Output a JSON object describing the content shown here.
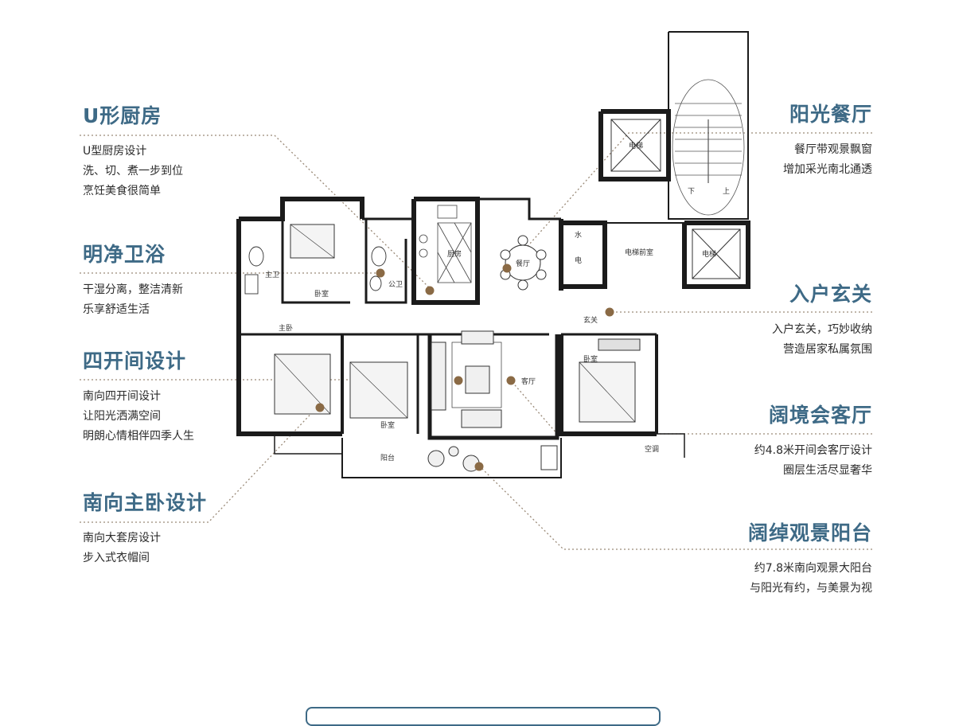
{
  "callouts": {
    "kitchen": {
      "title": "U形厨房",
      "desc": [
        "U型厨房设计",
        "洗、切、煮一步到位",
        "烹饪美食很简单"
      ]
    },
    "bath": {
      "title": "明净卫浴",
      "desc": [
        "干湿分离，整洁清新",
        "乐享舒适生活"
      ]
    },
    "four_bay": {
      "title": "四开间设计",
      "desc": [
        "南向四开间设计",
        "让阳光洒满空间",
        "明朗心情相伴四季人生"
      ]
    },
    "master": {
      "title": "南向主卧设计",
      "desc": [
        "南向大套房设计",
        "步入式衣帽间"
      ]
    },
    "dining": {
      "title": "阳光餐厅",
      "desc": [
        "餐厅带观景飘窗",
        "增加采光南北通透"
      ]
    },
    "entry": {
      "title": "入户玄关",
      "desc": [
        "入户玄关，巧妙收纳",
        "营造居家私属氛围"
      ]
    },
    "living": {
      "title": "阔境会客厅",
      "desc": [
        "约4.8米开间会客厅设计",
        "圈层生活尽显奢华"
      ]
    },
    "balcony": {
      "title": "阔绰观景阳台",
      "desc": [
        "约7.8米南向观景大阳台",
        "与阳光有约，与美景为视"
      ]
    }
  },
  "rooms": {
    "elevator_a": "电梯",
    "elevator_b": "电梯",
    "down": "下",
    "up": "上",
    "water": "水",
    "electric": "电",
    "lobby": "电梯前室",
    "kitchen": "厨房",
    "dining": "餐厅",
    "public_bath": "公卫",
    "master_bath": "主卫",
    "bedroom_n": "卧室",
    "master_bedroom": "主卧",
    "bedroom_s": "卧室",
    "living": "客厅",
    "entry": "玄关",
    "bedroom_e": "卧室",
    "balcony": "阳台",
    "ac": "空调"
  },
  "colors": {
    "accent": "#3e6a86",
    "marker": "#8a6a45",
    "wall": "#1b1b1b",
    "leader": "#9a8a78"
  }
}
